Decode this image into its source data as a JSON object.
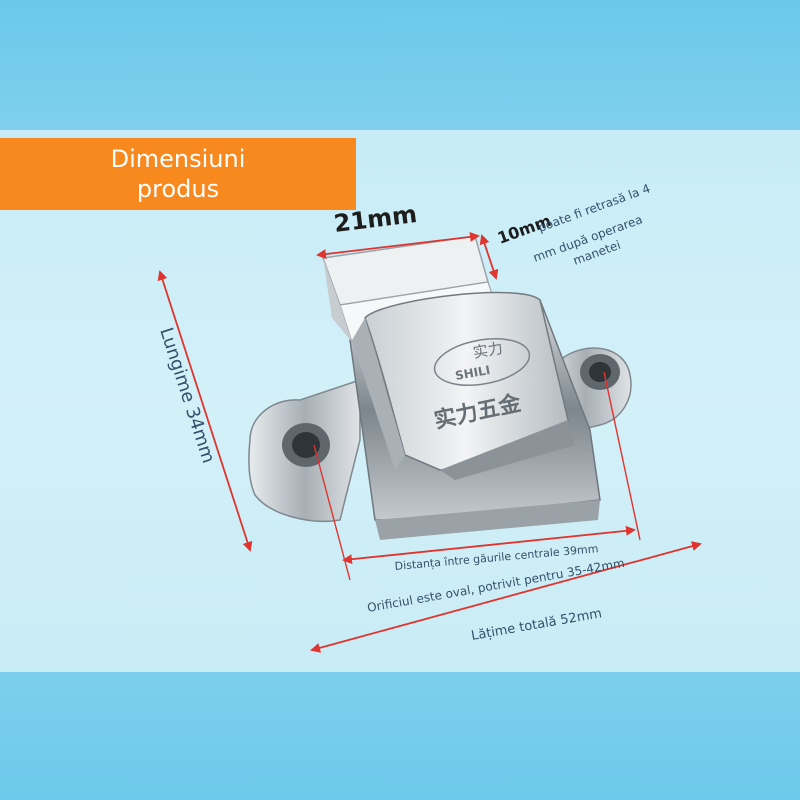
{
  "banner": {
    "line1": "Dimensiuni",
    "line2": "produs"
  },
  "labels": {
    "width_top": "21mm",
    "retract": "10mm",
    "retract_note_1": "poate fi retrasă la 4",
    "retract_note_2": "mm după operarea",
    "retract_note_3": "manetei",
    "length": "Lungime 34mm",
    "hole_distance": "Distanța între găurile centrale 39mm",
    "oval_note": "Orificiul este oval, potrivit pentru 35-42mm",
    "total_width": "Lățime totală 52mm"
  },
  "product_marks": {
    "brand_latin": "SHILI",
    "brand_cn_small": "实力",
    "brand_cn_large": "实力五金"
  },
  "colors": {
    "banner": "#f7891f",
    "arrow": "#e0342e",
    "background": "#cdeef7",
    "band": "#74cdec"
  }
}
